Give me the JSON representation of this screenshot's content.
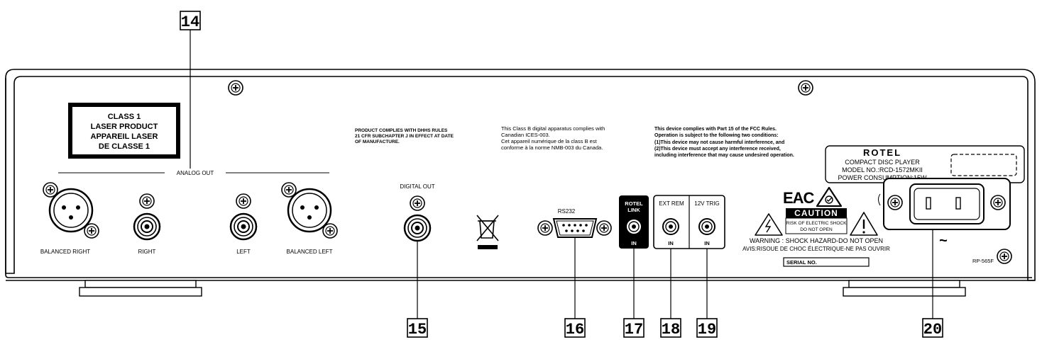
{
  "callouts": {
    "c14": "14",
    "c15": "15",
    "c16": "16",
    "c17": "17",
    "c18": "18",
    "c19": "19",
    "c20": "20"
  },
  "laser_label": {
    "line1": "CLASS 1",
    "line2": "LASER PRODUCT",
    "line3": "APPAREIL LASER",
    "line4": "DE CLASSE 1"
  },
  "dhhs": {
    "line1": "PRODUCT COMPLIES WITH DHHS RULES",
    "line2": "21 CFR SUBCHAPTER J IN EFFECT AT DATE",
    "line3": "OF MANUFACTURE."
  },
  "ices": {
    "line1": "This Class B digital apparatus complies with",
    "line2": "Canadian ICES-003.",
    "line3": "Cet appareil numérique de la class B est",
    "line4": "conforme à la norme NMB-003 du Canada."
  },
  "fcc": {
    "line1": "This device complies with Part 15 of the FCC Rules.",
    "line2": "Operation is subject to the following two conditions:",
    "line3": "(1)This device may not cause harmful interference, and",
    "line4": "(2)This device must accept any interference received,",
    "line5": "including interference that may cause undesired operation."
  },
  "model_plate": {
    "brand": "ROTEL",
    "product": "COMPACT DISC PLAYER",
    "model": "MODEL NO.:RCD-1572MKII",
    "power": "POWER CONSUMPTION:15W"
  },
  "ports": {
    "analog_out": "ANALOG OUT",
    "balanced_right": "BALANCED RIGHT",
    "right": "RIGHT",
    "left": "LEFT",
    "balanced_left": "BALANCED LEFT",
    "digital_out": "DIGITAL OUT",
    "rs232": "RS232",
    "rotel_link_1": "ROTEL",
    "rotel_link_2": "LINK",
    "rotel_in": "IN",
    "ext_rem": "EXT REM",
    "trig": "12V TRIG",
    "ext_in": "IN",
    "trig_in": "IN"
  },
  "caution": {
    "title": "CAUTION",
    "sub1": "RISK OF ELECTRIC SHOCK",
    "sub2": "DO NOT OPEN",
    "warning": "WARNING : SHOCK HAZARD-DO NOT OPEN",
    "avis": "AVIS:RISOUE DE CHOC ÉLECTRIQUE-NE PAS OUVRIR"
  },
  "serial": "SERIAL NO.",
  "eac": "EAC",
  "part_no": "RP-565F",
  "ac_symbol": "~"
}
